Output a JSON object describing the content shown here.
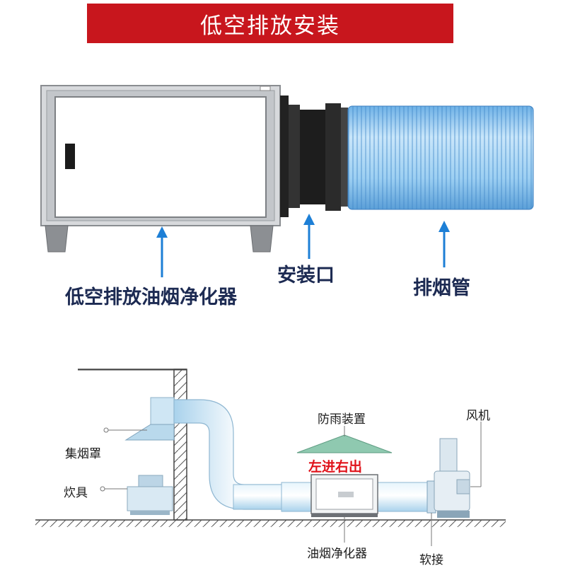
{
  "title": "低空排放安装",
  "top": {
    "purifier_label": "低空排放油烟净化器",
    "outlet_label": "安装口",
    "exhaust_pipe_label": "排烟管"
  },
  "bottom": {
    "rain_cover_label": "防雨装置",
    "fan_label": "风机",
    "hood_label": "集烟罩",
    "stove_label": "炊具",
    "flow_label": "左进右出",
    "purifier_label": "油烟净化器",
    "soft_joint_label": "软接"
  },
  "colors": {
    "banner": "#c8161d",
    "arrow": "#1d7fd6",
    "pipe": "#6bb4e8",
    "hood": "#b9d9ec",
    "rain_cover": "#8fc9b0",
    "flow_text": "#e0121a"
  }
}
